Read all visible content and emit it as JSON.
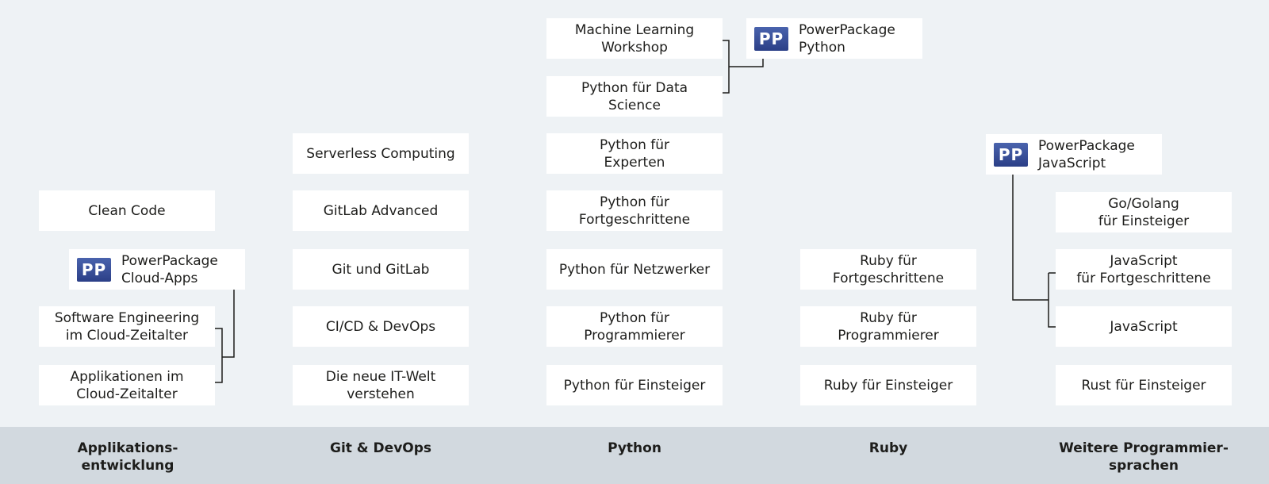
{
  "boxes": [
    {
      "id": "clean-code",
      "text": "Clean Code"
    },
    {
      "id": "software-engineering-cloud",
      "text": "Software Engineering\nim Cloud-Zeitalter"
    },
    {
      "id": "applikationen-cloud",
      "text": "Applikationen im\nCloud-Zeitalter"
    },
    {
      "id": "serverless-computing",
      "text": "Serverless Computing"
    },
    {
      "id": "gitlab-advanced",
      "text": "GitLab Advanced"
    },
    {
      "id": "git-und-gitlab",
      "text": "Git und GitLab"
    },
    {
      "id": "cicd-devops",
      "text": "CI/CD & DevOps"
    },
    {
      "id": "neue-it-welt",
      "text": "Die neue IT-Welt\nverstehen"
    },
    {
      "id": "machine-learning-workshop",
      "text": "Machine Learning\nWorkshop"
    },
    {
      "id": "python-data-science",
      "text": "Python für Data\nScience"
    },
    {
      "id": "python-experten",
      "text": "Python für\nExperten"
    },
    {
      "id": "python-fortgeschrittene",
      "text": "Python für\nFortgeschrittene"
    },
    {
      "id": "python-netzwerker",
      "text": "Python für Netzwerker"
    },
    {
      "id": "python-programmierer",
      "text": "Python für\nProgrammierer"
    },
    {
      "id": "python-einsteiger",
      "text": "Python für Einsteiger"
    },
    {
      "id": "ruby-fortgeschrittene",
      "text": "Ruby für\nFortgeschrittene"
    },
    {
      "id": "ruby-programmierer",
      "text": "Ruby für\nProgrammierer"
    },
    {
      "id": "ruby-einsteiger",
      "text": "Ruby für Einsteiger"
    },
    {
      "id": "golang-einsteiger",
      "text": "Go/Golang\nfür Einsteiger"
    },
    {
      "id": "javascript-fortgeschrittene",
      "text": "JavaScript\nfür Fortgeschrittene"
    },
    {
      "id": "javascript",
      "text": "JavaScript"
    },
    {
      "id": "rust-einsteiger",
      "text": "Rust für Einsteiger"
    }
  ],
  "powerpackages": [
    {
      "id": "cloud-apps",
      "logo": "PP",
      "text": "PowerPackage\nCloud-Apps"
    },
    {
      "id": "python",
      "logo": "PP",
      "text": "PowerPackage\nPython"
    },
    {
      "id": "javascript",
      "logo": "PP",
      "text": "PowerPackage\nJavaScript"
    }
  ],
  "categories": [
    {
      "id": "applikationsentwicklung",
      "text": "Applikations-\nentwicklung"
    },
    {
      "id": "git-devops",
      "text": "Git & DevOps"
    },
    {
      "id": "python",
      "text": "Python"
    },
    {
      "id": "ruby",
      "text": "Ruby"
    },
    {
      "id": "weitere",
      "text": "Weitere Programmier-\nsprachen"
    }
  ],
  "colors": {
    "background": "#eef2f5",
    "footer": "#d2d9df",
    "box": "#ffffff",
    "logo": "#34498f"
  }
}
